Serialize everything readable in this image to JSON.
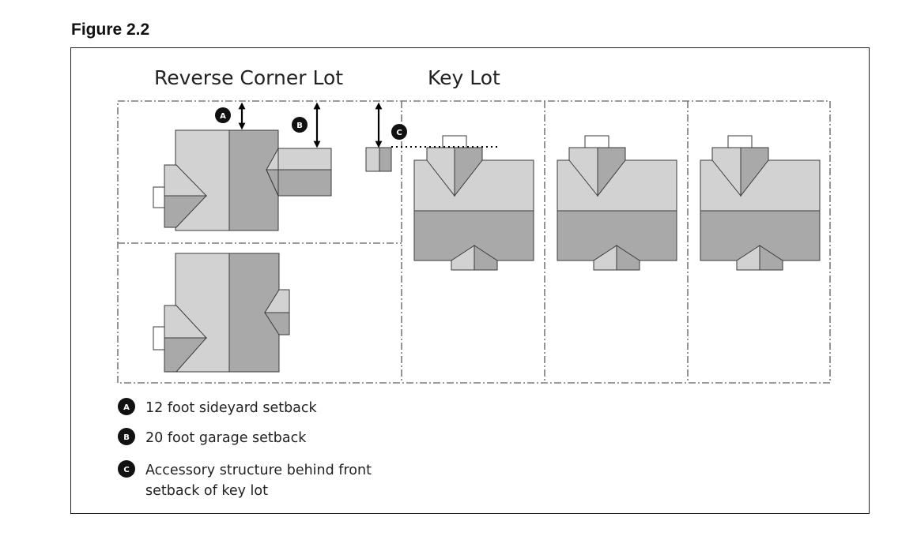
{
  "figure_label": "Figure 2.2",
  "titles": {
    "reverse_corner_lot": "Reverse Corner Lot",
    "key_lot": "Key Lot"
  },
  "badges": {
    "a": "A",
    "b": "B",
    "c": "C"
  },
  "legend": {
    "a": {
      "badge": "A",
      "text": "12 foot sideyard setback"
    },
    "b": {
      "badge": "B",
      "text": "20 foot garage setback"
    },
    "c": {
      "badge": "C",
      "line1": "Accessory structure behind front",
      "line2": "setback of key lot"
    }
  },
  "colors": {
    "roof_light": "#d2d2d2",
    "roof_dark": "#a9a9a9",
    "lot_line": "#7a7a7a",
    "badge": "#111111"
  }
}
